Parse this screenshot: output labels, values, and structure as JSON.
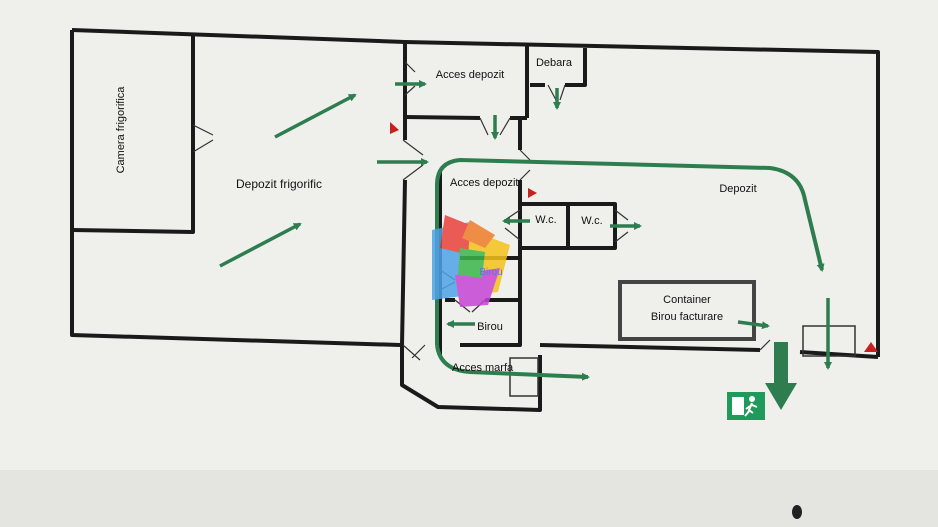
{
  "rooms": {
    "camera_frigorifica": "Camera frigorifica",
    "depozit_frigorific": "Depozit frigorific",
    "acces_depozit_top": "Acces depozit",
    "debara": "Debara",
    "acces_depozit_middle": "Acces depozit",
    "depozit": "Depozit",
    "wc_left": "W.c.",
    "wc_right": "W.c.",
    "birou_logo": "Birou",
    "birou": "Birou",
    "acces_marfa": "Acces marfa",
    "container": "Container",
    "birou_facturare": "Birou facturare"
  },
  "colors": {
    "wall": "#1a1a1a",
    "arrow": "#2e7d4f",
    "marker": "#c8201e",
    "exit_sign": "#1f9a5a",
    "paper": "#efefec"
  },
  "icons": {
    "exit": "emergency-exit-running-man-icon",
    "logo": "overlapping-colored-shapes-logo"
  }
}
